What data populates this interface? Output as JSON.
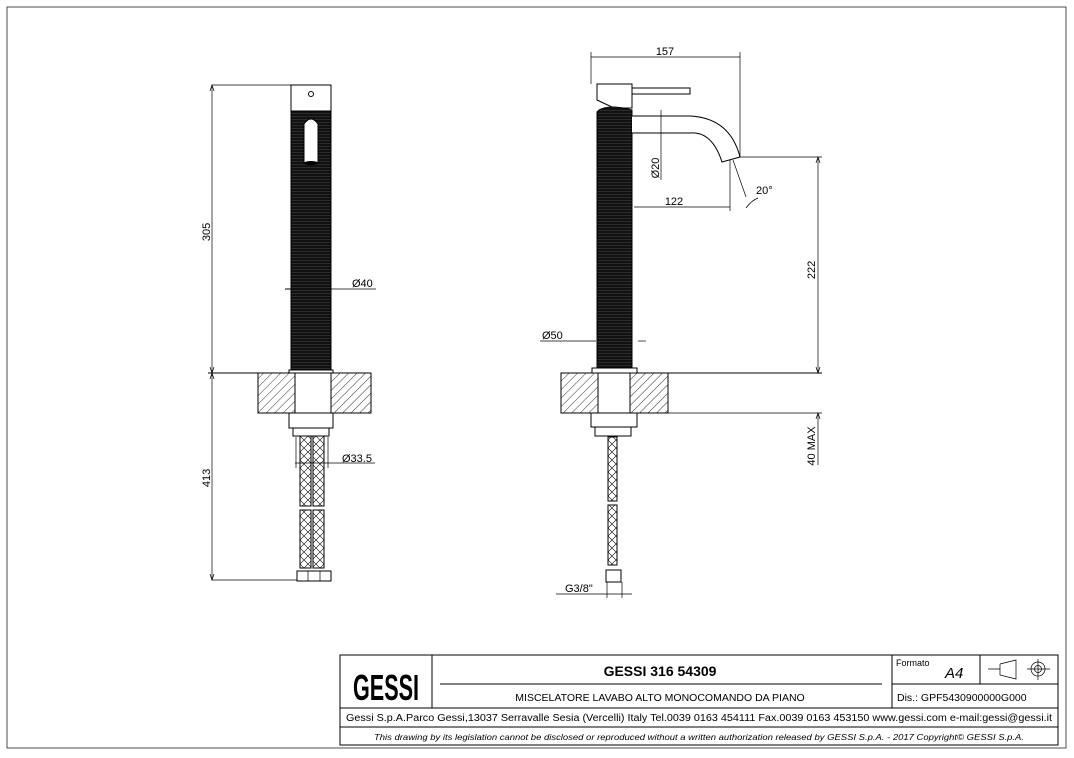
{
  "drawing": {
    "front_view": {
      "dim_total_height": "305",
      "dim_below_deck": "413",
      "dim_body_diameter": "Ø40",
      "dim_hose_diameter": "Ø33.5"
    },
    "side_view": {
      "dim_overall_reach": "157",
      "dim_spout_reach": "122",
      "dim_spout_diameter": "Ø20",
      "dim_spout_angle": "20°",
      "dim_spout_height": "222",
      "dim_base_diameter": "Ø50",
      "dim_deck_thickness": "40 MAX",
      "dim_thread": "G3/8\""
    }
  },
  "title_block": {
    "logo": "GESSI",
    "title": "GESSI 316 54309",
    "description": "MISCELATORE LAVABO ALTO MONOCOMANDO DA PIANO",
    "format_label": "Formato",
    "format_value": "A4",
    "drawing_number": "Dis.: GPF5430900000G000",
    "address": "Gessi S.p.A.Parco Gessi,13037 Serravalle Sesia (Vercelli) Italy Tel.0039 0163 454111 Fax.0039 0163 453150 www.gessi.com e-mail:gessi@gessi.it",
    "copyright": "This drawing by its legislation cannot be disclosed or reproduced without a written authorization released by GESSI S.p.A. - 2017 Copyright© GESSI S.p.A."
  }
}
